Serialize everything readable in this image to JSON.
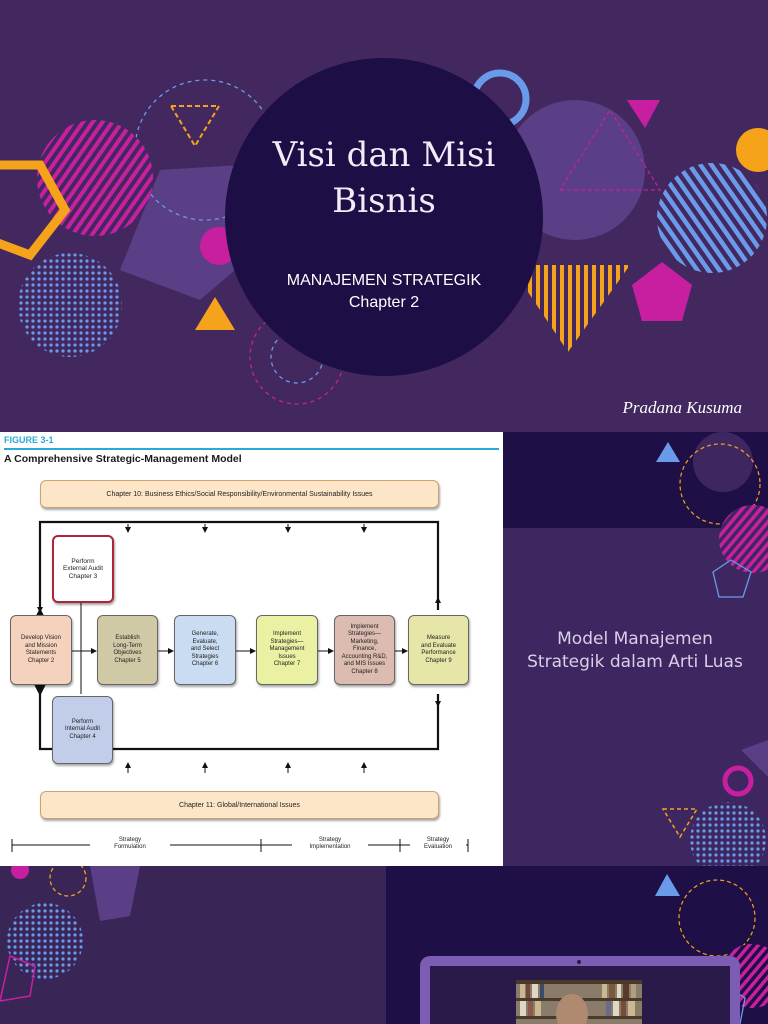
{
  "slide1": {
    "title_line1": "Visi dan Misi",
    "title_line2": "Bisnis",
    "subtitle_line1": "MANAJEMEN STRATEGIK",
    "subtitle_line2": "Chapter 2",
    "author": "Pradana Kusuma"
  },
  "slide2": {
    "figure_label": "FIGURE 3-1",
    "figure_title": "A Comprehensive Strategic-Management Model",
    "top_issue": "Chapter 10: Business Ethics/Social Responsibility/Environmental Sustainability Issues",
    "bottom_issue": "Chapter 11: Global/International Issues",
    "boxes": {
      "external_audit": "Perform\nExternal Audit\nChapter 3",
      "vision": "Develop Vision\nand Mission\nStatements\nChapter 2",
      "objectives": "Establish\nLong-Term\nObjectives\nChapter 5",
      "generate": "Generate,\nEvaluate,\nand Select\nStrategies\nChapter 6",
      "implement_mgmt": "Implement\nStrategies—\nManagement\nIssues\nChapter 7",
      "implement_mkt": "Implement\nStrategies—\nMarketing,\nFinance,\nAccounting R&D,\nand MIS Issues\nChapter 8",
      "measure": "Measure\nand Evaluate\nPerformance\nChapter 9",
      "internal_audit": "Perform\nInternal Audit\nChapter 4"
    },
    "phases": {
      "formulation": "Strategy\nFormulation",
      "implementation": "Strategy\nImplementation",
      "evaluation": "Strategy\nEvaluation"
    },
    "model_title": "Model Manajemen Strategik dalam Arti Luas"
  },
  "colors": {
    "purple_bg": "#43285f",
    "navy": "#1d0e45",
    "magenta": "#c81fa0",
    "orange": "#f5a31a",
    "blue": "#6a9bea",
    "lavender": "#5b3f86"
  }
}
